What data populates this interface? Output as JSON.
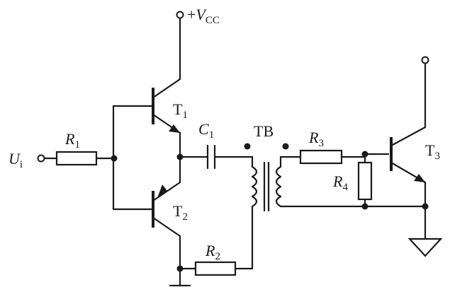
{
  "labels": {
    "vcc_sign": "+",
    "vcc_main": "V",
    "vcc_sub": "CC",
    "ui_main": "U",
    "ui_sub": "i",
    "r1_main": "R",
    "r1_sub": "1",
    "r2_main": "R",
    "r2_sub": "2",
    "r3_main": "R",
    "r3_sub": "3",
    "r4_main": "R",
    "r4_sub": "4",
    "c1_main": "C",
    "c1_sub": "1",
    "t1_main": "T",
    "t1_sub": "1",
    "t2_main": "T",
    "t2_sub": "2",
    "t3_main": "T",
    "t3_sub": "3",
    "tb": "TB"
  }
}
